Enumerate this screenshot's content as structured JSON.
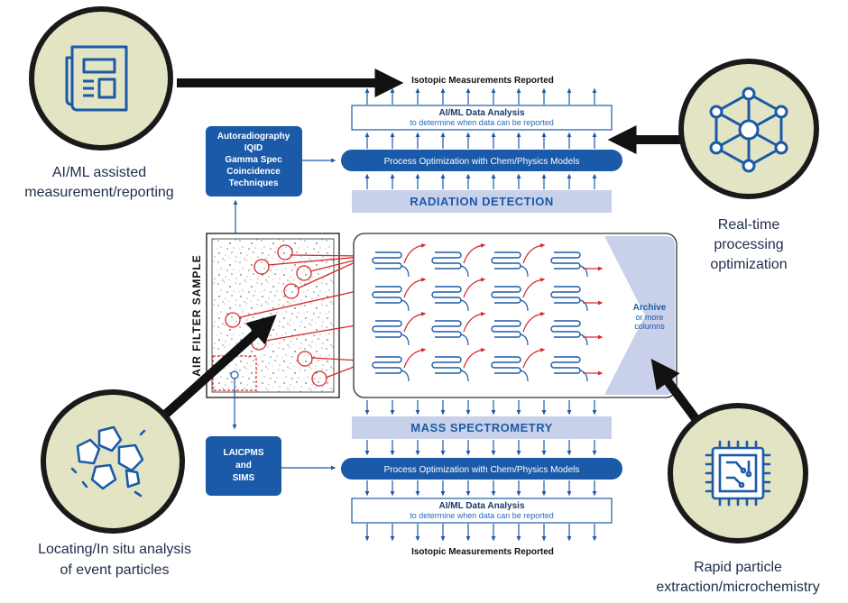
{
  "captions": {
    "top_left": [
      "AI/ML assisted",
      "measurement/reporting"
    ],
    "right_mid": [
      "Real-time",
      "processing",
      "optimization"
    ],
    "bottom_left": [
      "Locating/In situ analysis",
      "of event particles"
    ],
    "bottom_right": [
      "Rapid particle",
      "extraction/microchemistry"
    ]
  },
  "boxes": {
    "autoradiography": [
      "Autoradiography",
      "IQID",
      "Gamma Spec",
      "Coincidence",
      "Techniques"
    ],
    "laicpms": [
      "LAICPMS",
      "and",
      "SIMS"
    ]
  },
  "top": {
    "isotopic": "Isotopic Measurements Reported",
    "ai_title": "AI/ML Data Analysis",
    "ai_sub": "to determine when data can be reported",
    "process": "Process Optimization with Chem/Physics Models",
    "header": "RADIATION DETECTION"
  },
  "bottom": {
    "header": "MASS SPECTROMETRY",
    "process": "Process Optimization with Chem/Physics Models",
    "ai_title": "AI/ML Data Analysis",
    "ai_sub": "to determine when data can be reported",
    "isotopic": "Isotopic Measurements Reported"
  },
  "filter_label": "AIR FILTER SAMPLE",
  "archive": {
    "title": "Archive",
    "sub": [
      "or more",
      "columns"
    ]
  },
  "colors": {
    "navy": "#1a5aa8",
    "light_band": "#c9d1ea",
    "circle_fill": "#e3e4c4",
    "red": "#d42a2a",
    "dark": "#111111"
  },
  "icons": [
    "document-icon",
    "network-icon",
    "particles-icon",
    "chip-icon"
  ]
}
